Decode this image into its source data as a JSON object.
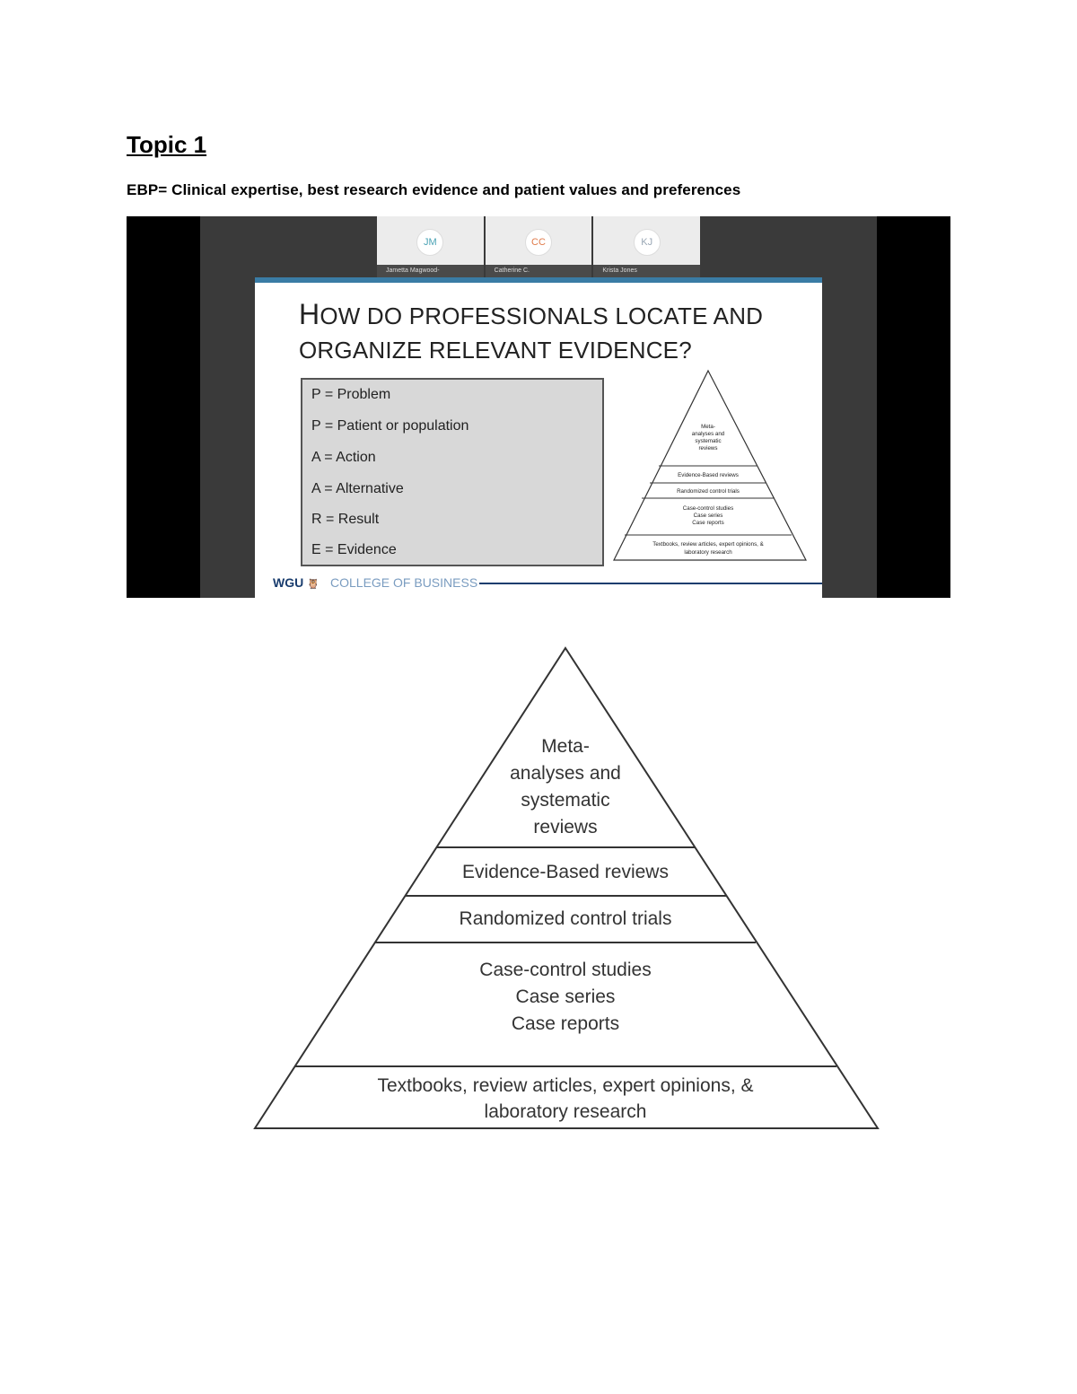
{
  "document": {
    "title": "Topic 1",
    "line": "EBP= Clinical expertise, best research evidence and patient values and preferences"
  },
  "screenshot": {
    "participants": [
      {
        "initials": "JM",
        "name": "Jametta Magwood-",
        "color": "#4aa3b5"
      },
      {
        "initials": "CC",
        "name": "Catherine C.",
        "color": "#e07a4a"
      },
      {
        "initials": "KJ",
        "name": "Krista Jones",
        "color": "#9aa7b5"
      }
    ],
    "slide": {
      "heading_line1_first": "H",
      "heading_line1_rest": "ow do professionals locate and",
      "heading_line2": "organize relevant evidence?",
      "pico": [
        "P = Problem",
        "P = Patient or population",
        "A = Action",
        "A = Alternative",
        "R = Result",
        "E = Evidence"
      ],
      "footer_logo": "WGU",
      "footer_logo_icon": "owl-icon",
      "footer_college": "COLLEGE OF BUSINESS",
      "accent": "#3a7ca5"
    }
  },
  "pyramid": {
    "levels": [
      {
        "lines": [
          "Meta-",
          "analyses and",
          "systematic",
          "reviews"
        ]
      },
      {
        "lines": [
          "Evidence-Based reviews"
        ]
      },
      {
        "lines": [
          "Randomized control trials"
        ]
      },
      {
        "lines": [
          "Case-control studies",
          "Case series",
          "Case reports"
        ]
      },
      {
        "lines": [
          "Textbooks, review articles, expert opinions, &",
          "laboratory research"
        ]
      }
    ]
  }
}
